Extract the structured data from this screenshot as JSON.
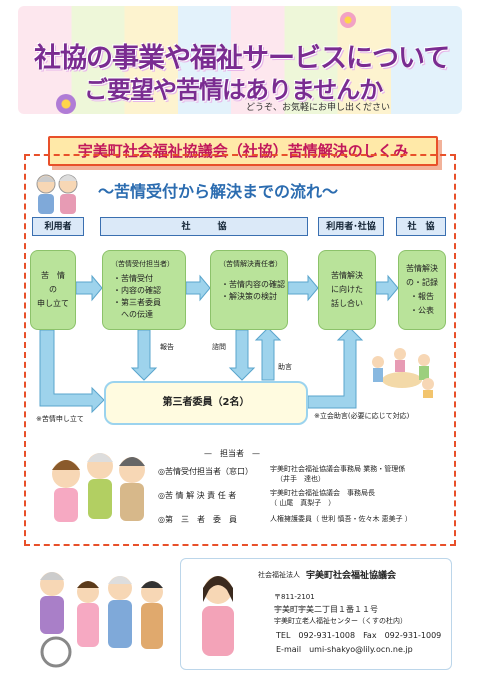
{
  "header": {
    "line1": "社協の事業や福祉サービスについて",
    "line2": "ご要望や苦情はありませんか",
    "sub": "どうぞ、お気軽にお申し出ください"
  },
  "title": "宇美町社会福祉協議会（社協）苦情解決のしくみ",
  "flow": {
    "title": "～苦情受付から解決までの流れ～",
    "columns": [
      "利用者",
      "社　　　協",
      "利用者･社協",
      "社　協"
    ],
    "box1": {
      "lines": [
        "苦　情",
        "の",
        "申し立て"
      ]
    },
    "box2": {
      "caption": "（苦情受付担当者）",
      "lines": [
        "・苦情受付",
        "・内容の確認",
        "・第三者委員",
        "　への伝達"
      ]
    },
    "box3": {
      "caption": "（苦情解決責任者）",
      "lines": [
        "・苦情内容の確認",
        "・解決策の検討"
      ]
    },
    "box4": {
      "lines": [
        "苦情解決",
        "に向けた",
        "話し合い"
      ]
    },
    "box5": {
      "lines": [
        "苦情解決",
        "の・記録",
        "・報告",
        "・公表"
      ]
    },
    "label_report": "報告",
    "label_consult": "諮問",
    "label_advice": "助言",
    "committee": "第三者委員（2名）",
    "note_left": "※苦情申し立て",
    "note_right": "※立会助言(必要に応じて対応)"
  },
  "contacts": {
    "title": "—　担当者　—",
    "rows": [
      {
        "role": "◎苦情受付担当者（窓口）",
        "name": "宇美町社会福祉協議会事務局 業務・管理係",
        "name2": "（井手　達也）"
      },
      {
        "role": "◎苦 情 解 決 責 任 者",
        "name": "宇美町社会福祉協議会　事務局長",
        "name2": "（ 山尾　真梨子　）"
      },
      {
        "role": "◎第　三　者　委　員",
        "name": "人権擁護委員（ 世利 慎吾・佐々木 恵美子 ）"
      }
    ]
  },
  "org": {
    "label": "社会福祉法人",
    "name": "宇美町社会福祉協議会",
    "zip": "〒811-2101",
    "address1": "宇美町宇美二丁目１番１１号",
    "address2": "宇美町立老人福祉センター（くすの杜内）",
    "tel": "TEL　092-931-1008　Fax　092-931-1009",
    "email": "E-mail　umi-shakyo@lily.ocn.ne.jp"
  },
  "colors": {
    "frame": "#e8502a",
    "header_text": "#7a2c91",
    "green_box": "#b9e39a",
    "arrow": "#9ed3ec"
  }
}
